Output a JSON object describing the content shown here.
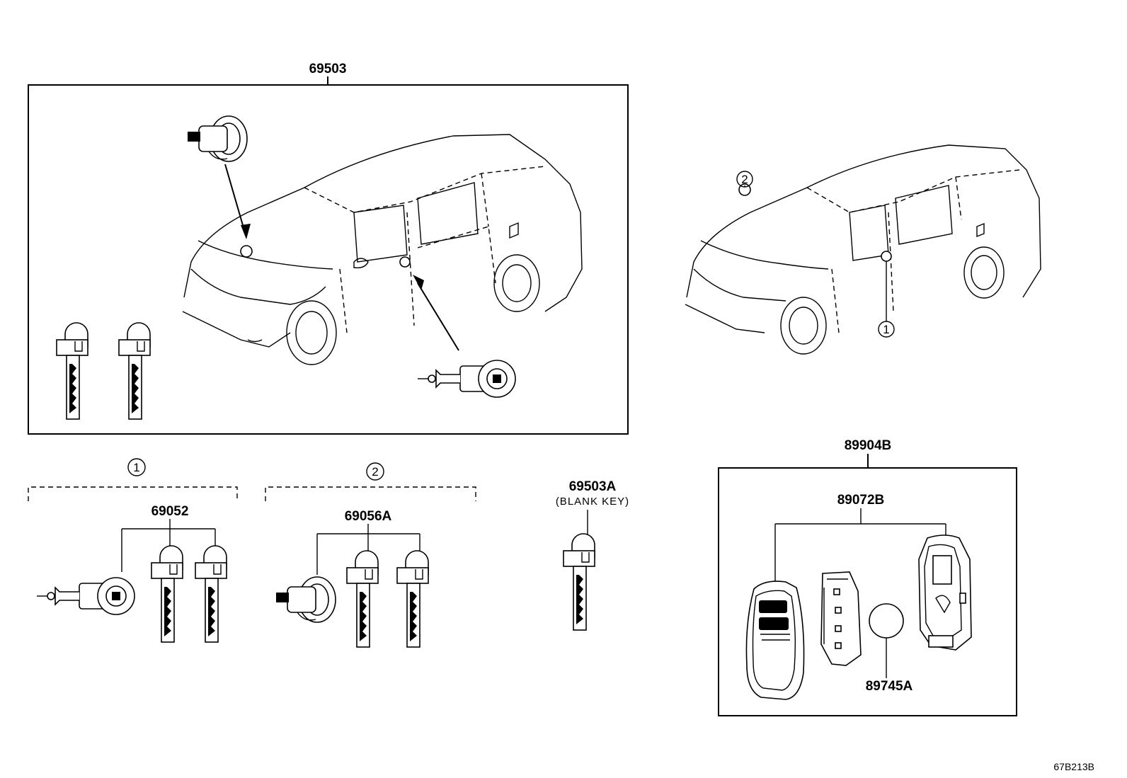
{
  "labels": {
    "main_kit": "69503",
    "set_1_number": "69052",
    "set_2_number": "69056A",
    "blank_key_number": "69503A",
    "blank_key_note": "(BLANK KEY)",
    "smart_key_assembly": "89904B",
    "smart_key_case": "89072B",
    "battery": "89745A",
    "figure_ref": "67B213B"
  },
  "callouts": {
    "one": "1",
    "two": "2"
  }
}
